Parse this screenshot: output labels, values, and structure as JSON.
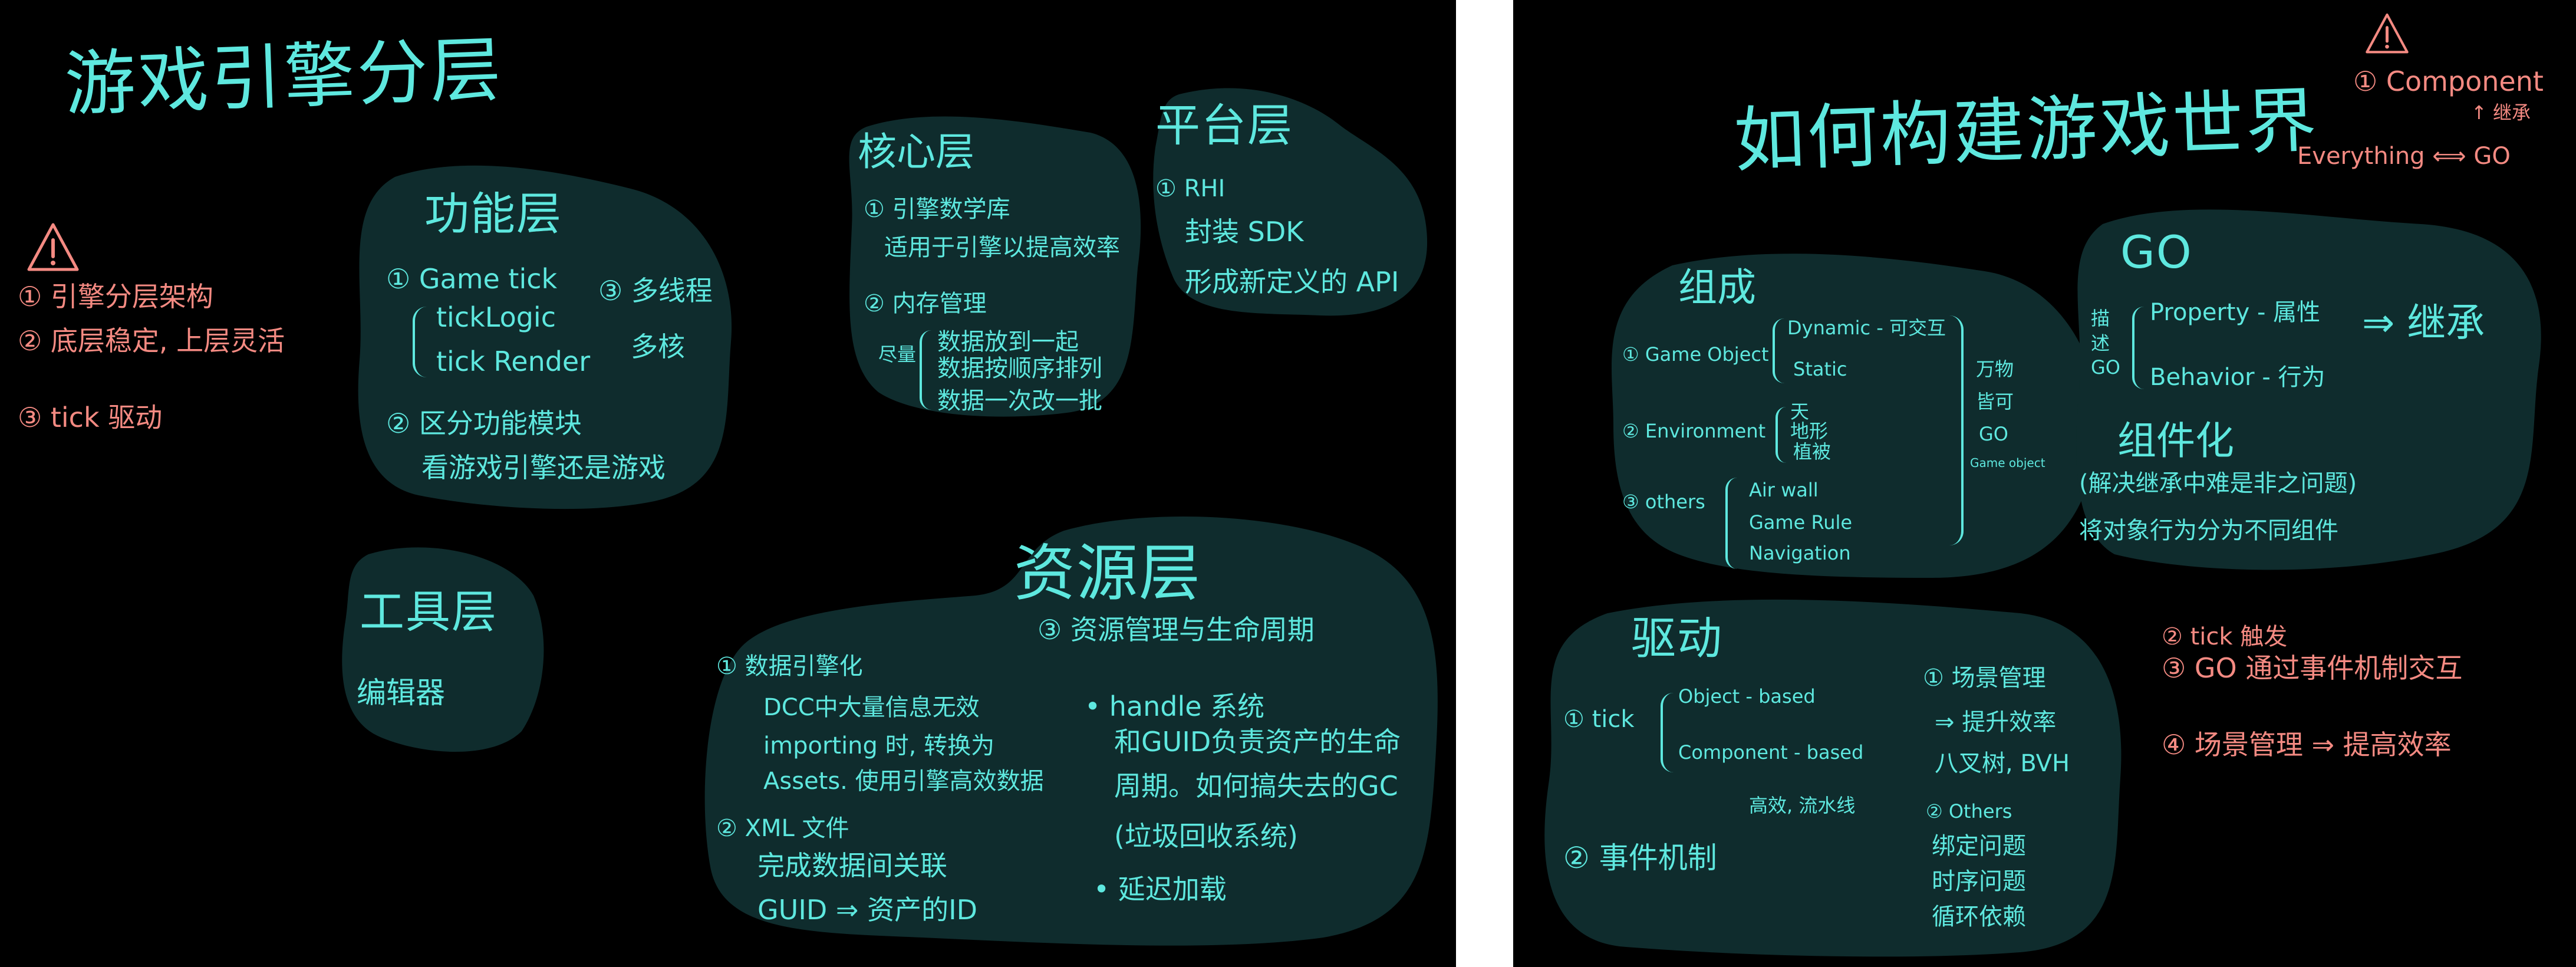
{
  "left": {
    "title": "游戏引擎分层",
    "warning": {
      "items": [
        "① 引擎分层架构",
        "② 底层稳定, 上层灵活",
        "③ tick 驱动"
      ]
    },
    "function_layer": {
      "heading": "功能层",
      "item1": "① Game tick",
      "logic": "tickLogic",
      "render": "tick Render",
      "item3": "③ 多线程",
      "item3b": "多核",
      "item2": "② 区分功能模块",
      "item2b": "看游戏引擎还是游戏"
    },
    "core_layer": {
      "heading": "核心层",
      "item1": "① 引擎数学库",
      "item1b": "适用于引擎以提高效率",
      "item2": "② 内存管理",
      "side": "尽量",
      "r1": "数据放到一起",
      "r2": "数据按顺序排列",
      "r3": "数据一次改一批"
    },
    "platform_layer": {
      "heading": "平台层",
      "l1": "① RHI",
      "l2": "封装 SDK",
      "l3": "形成新定义的 API"
    },
    "tool_layer": {
      "heading": "工具层",
      "l1": "编辑器"
    },
    "resource_layer": {
      "heading": "资源层",
      "a1": "① 数据引擎化",
      "a2": "DCC中大量信息无效",
      "a3": "importing 时, 转换为",
      "a4": "Assets. 使用引擎高效数据",
      "a5": "② XML 文件",
      "a6": "完成数据间关联",
      "a7": "GUID ⇒ 资产的ID",
      "b1": "③ 资源管理与生命周期",
      "b2": "• handle 系统",
      "b3": "和GUID负责资产的生命",
      "b4": "周期。如何搞失去的GC",
      "b5": "(垃圾回收系统)",
      "b6": "• 延迟加载"
    }
  },
  "right": {
    "title": "如何构建游戏世界",
    "warning": {
      "l1": "① Component",
      "inherit": "↑ 继承",
      "l2": "Everything ⟺ GO"
    },
    "composition": {
      "heading": "组成",
      "go": "① Game Object",
      "dynamic": "Dynamic - 可交互",
      "static": "Static",
      "env": "② Environment",
      "e1": "天",
      "e2": "地形",
      "e3": "植被",
      "others": "③ others",
      "o1": "Air wall",
      "o2": "Game Rule",
      "o3": "Navigation",
      "side1": "万物",
      "side2": "皆可",
      "side3": "GO",
      "side4": "Game object"
    },
    "go_box": {
      "heading": "GO",
      "desc": "描述GO",
      "property": "Property - 属性",
      "behavior": "Behavior - 行为",
      "arrow": "⇒ 继承",
      "comp": "组件化",
      "comp1": "(解决继承中难是非之问题)",
      "comp2": "将对象行为分为不同组件"
    },
    "drive": {
      "heading": "驱动",
      "tick": "① tick",
      "obj": "Object - based",
      "compb": "Component - based",
      "eff": "高效, 流水线",
      "event": "② 事件机制",
      "s1": "① 场景管理",
      "s2": "⇒ 提升效率",
      "s3": "八叉树, BVH",
      "o0": "② Others",
      "o1": "绑定问题",
      "o2": "时序问题",
      "o3": "循环依赖"
    },
    "notes": [
      "② tick 触发",
      "③ GO 通过事件机制交互",
      "④ 场景管理 ⇒ 提高效率"
    ]
  }
}
